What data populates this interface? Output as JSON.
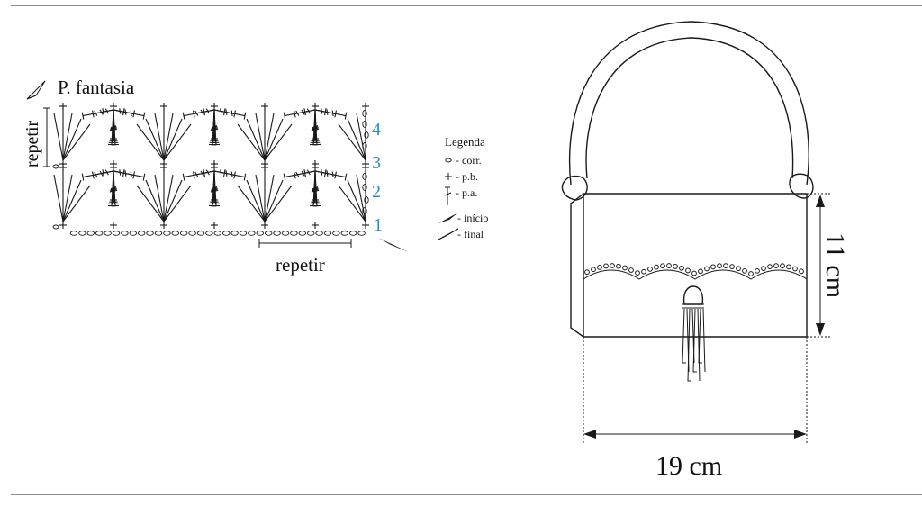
{
  "chart": {
    "title": "P. fantasia",
    "repeat_label_vertical": "repetir",
    "repeat_label_horizontal": "repetir",
    "row_numbers": [
      "1",
      "2",
      "3",
      "4"
    ]
  },
  "legend": {
    "title": "Legenda",
    "items": [
      {
        "icon": "chain-stitch-icon",
        "label": "- corr."
      },
      {
        "icon": "single-crochet-icon",
        "label": "- p.b."
      },
      {
        "icon": "double-crochet-icon",
        "label": "- p.a."
      },
      {
        "icon": "start-arrow-icon",
        "label": "- início"
      },
      {
        "icon": "end-arrow-icon",
        "label": "- final"
      }
    ]
  },
  "bag": {
    "height_label": "11 cm",
    "width_label": "19 cm"
  },
  "colors": {
    "row_numbers": "#2b8cc4",
    "line": "#1a1a1a",
    "rule": "#8c8c8c"
  }
}
